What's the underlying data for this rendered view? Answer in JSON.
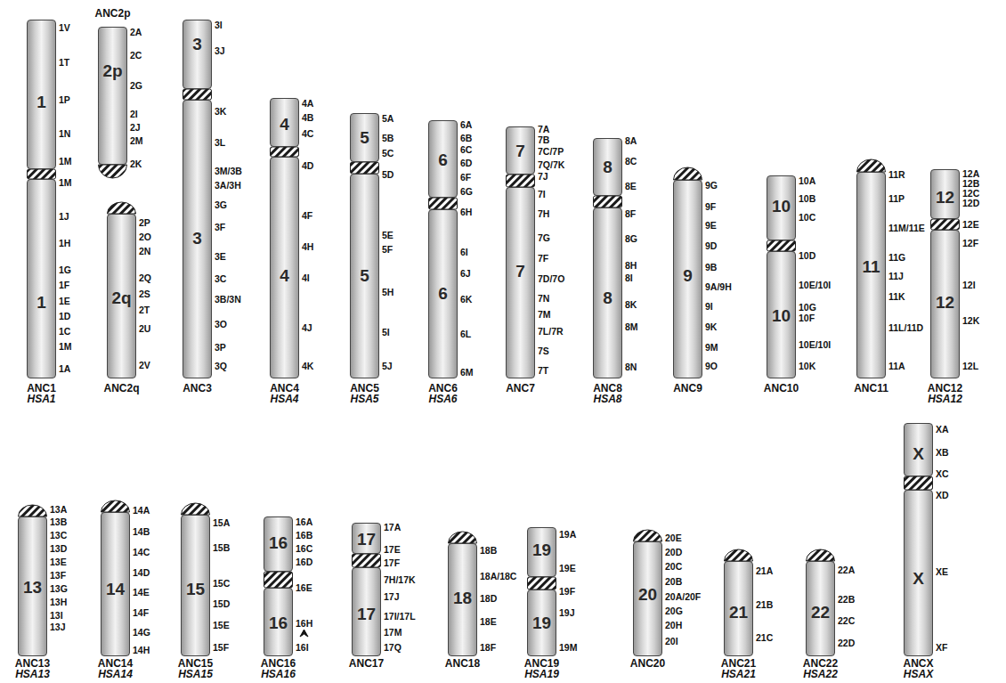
{
  "diagram": {
    "nodes": [
      {
        "text": [
          "ANC1",
          "HSA1"
        ]
      },
      {
        "text": [
          "1"
        ],
        "in": 0
      },
      {
        "text": [
          "1"
        ],
        "in": 0
      },
      {
        "text": [
          "ANC2p"
        ]
      },
      {
        "text": [
          "2p"
        ],
        "in": 3
      },
      {
        "text": [
          "ANC2q"
        ]
      },
      {
        "text": [
          "2q"
        ],
        "in": 5
      },
      {
        "text": [
          "ANC3"
        ]
      },
      {
        "text": [
          "3"
        ],
        "in": 7
      },
      {
        "text": [
          "3"
        ],
        "in": 7
      },
      {
        "text": [
          "ANC4",
          "HSA4"
        ]
      },
      {
        "text": [
          "4"
        ],
        "in": 10
      },
      {
        "text": [
          "4"
        ],
        "in": 10
      },
      {
        "text": [
          "ANC5",
          "HSA5"
        ]
      },
      {
        "text": [
          "5"
        ],
        "in": 13
      },
      {
        "text": [
          "5"
        ],
        "in": 13
      },
      {
        "text": [
          "ANC6",
          "HSA6"
        ]
      },
      {
        "text": [
          "6"
        ],
        "in": 16
      },
      {
        "text": [
          "6"
        ],
        "in": 16
      },
      {
        "text": [
          "ANC7"
        ]
      },
      {
        "text": [
          "7"
        ],
        "in": 19
      },
      {
        "text": [
          "7"
        ],
        "in": 19
      },
      {
        "text": [
          "ANC8",
          "HSA8"
        ]
      },
      {
        "text": [
          "8"
        ],
        "in": 22
      },
      {
        "text": [
          "8"
        ],
        "in": 22
      },
      {
        "text": [
          "ANC9"
        ]
      },
      {
        "text": [
          "9"
        ],
        "in": 25
      },
      {
        "text": [
          "ANC10"
        ]
      },
      {
        "text": [
          "10"
        ],
        "in": 27
      },
      {
        "text": [
          "10"
        ],
        "in": 27
      },
      {
        "text": [
          "ANC11"
        ]
      },
      {
        "text": [
          "11"
        ],
        "in": 30
      },
      {
        "text": [
          "ANC12",
          "HSA12"
        ]
      },
      {
        "text": [
          "12"
        ],
        "in": 32
      },
      {
        "text": [
          "12"
        ],
        "in": 32
      },
      {
        "text": [
          "ANC13",
          "HSA13"
        ]
      },
      {
        "text": [
          "13"
        ],
        "in": 35
      },
      {
        "text": [
          "ANC14",
          "HSA14"
        ]
      },
      {
        "text": [
          "14"
        ],
        "in": 37
      },
      {
        "text": [
          "ANC15",
          "HSA15"
        ]
      },
      {
        "text": [
          "15"
        ],
        "in": 39
      },
      {
        "text": [
          "ANC16",
          "HSA16"
        ]
      },
      {
        "text": [
          "16"
        ],
        "in": 41
      },
      {
        "text": [
          "16"
        ],
        "in": 41
      },
      {
        "text": [
          "ANC17"
        ]
      },
      {
        "text": [
          "17"
        ],
        "in": 44
      },
      {
        "text": [
          "17"
        ],
        "in": 44
      },
      {
        "text": [
          "ANC18"
        ]
      },
      {
        "text": [
          "18"
        ],
        "in": 47
      },
      {
        "text": [
          "ANC19",
          "HSA19"
        ]
      },
      {
        "text": [
          "19"
        ],
        "in": 49
      },
      {
        "text": [
          "19"
        ],
        "in": 49
      },
      {
        "text": [
          "ANC20"
        ]
      },
      {
        "text": [
          "20"
        ],
        "in": 52
      },
      {
        "text": [
          "ANC21",
          "HSA21"
        ]
      },
      {
        "text": [
          "21"
        ],
        "in": 54
      },
      {
        "text": [
          "ANC22",
          "HSA22"
        ]
      },
      {
        "text": [
          "22"
        ],
        "in": 56
      },
      {
        "text": [
          "ANCX",
          "HSAX"
        ]
      },
      {
        "text": [
          "X"
        ],
        "in": 58
      },
      {
        "text": [
          "X"
        ],
        "in": 58
      }
    ],
    "labels": [
      "1V",
      "1T",
      "1P",
      "1N",
      "1M",
      "1M",
      "1J",
      "1H",
      "1G",
      "1F",
      "1E",
      "1D",
      "1C",
      "1M",
      "1A",
      "2A",
      "2C",
      "2G",
      "2I",
      "2J",
      "2M",
      "2K",
      "2P",
      "2O",
      "2N",
      "2Q",
      "2S",
      "2T",
      "2U",
      "2V",
      "3I",
      "3J",
      "3K",
      "3L",
      "3M/3B",
      "3A/3H",
      "3G",
      "3F",
      "3E",
      "3C",
      "3B/3N",
      "3O",
      "3P",
      "3Q",
      "4A",
      "4B",
      "4C",
      "4D",
      "4F",
      "4H",
      "4I",
      "4J",
      "4K",
      "5A",
      "5B",
      "5C",
      "5D",
      "5E",
      "5F",
      "5H",
      "5I",
      "5J",
      "6A",
      "6B",
      "6C",
      "6D",
      "6F",
      "6G",
      "6H",
      "6I",
      "6J",
      "6K",
      "6L",
      "6M",
      "7A",
      "7B",
      "7C/7P",
      "7Q/7K",
      "7J",
      "7I",
      "7H",
      "7G",
      "7F",
      "7D/7O",
      "7N",
      "7M",
      "7L/7R",
      "7S",
      "7T",
      "8A",
      "8C",
      "8E",
      "8F",
      "8G",
      "8H",
      "8I",
      "8K",
      "8M",
      "8N",
      "9G",
      "9F",
      "9E",
      "9D",
      "9B",
      "9A/9H",
      "9I",
      "9K",
      "9M",
      "9O",
      "10A",
      "10B",
      "10C",
      "10D",
      "10E/10I",
      "10G",
      "10F",
      "10E/10I",
      "10K",
      "11R",
      "11P",
      "11M/11E",
      "11G",
      "11J",
      "11K",
      "11L/11D",
      "11A",
      "12A",
      "12B",
      "12C",
      "12D",
      "12E",
      "12F",
      "12I",
      "12K",
      "12L",
      "13A",
      "13B",
      "13C",
      "13D",
      "13E",
      "13F",
      "13G",
      "13H",
      "13I",
      "13J",
      "14A",
      "14B",
      "14C",
      "14D",
      "14E",
      "14F",
      "14G",
      "14H",
      "15A",
      "15B",
      "15C",
      "15D",
      "15E",
      "15F",
      "16A",
      "16B",
      "16C",
      "16D",
      "16E",
      "16H",
      "16I",
      "17A",
      "17E",
      "17F",
      "7H/17K",
      "17J",
      "17I/17L",
      "17M",
      "17Q",
      "18B",
      "18A/18C",
      "18D",
      "18E",
      "18F",
      "19A",
      "19E",
      "19F",
      "19J",
      "19M",
      "20E",
      "20D",
      "20C",
      "20B",
      "20A/20F",
      "20G",
      "20H",
      "20I",
      "21A",
      "21B",
      "21C",
      "22A",
      "22B",
      "22C",
      "22D",
      "XA",
      "XB",
      "XC",
      "XD",
      "XE",
      "XF"
    ]
  }
}
